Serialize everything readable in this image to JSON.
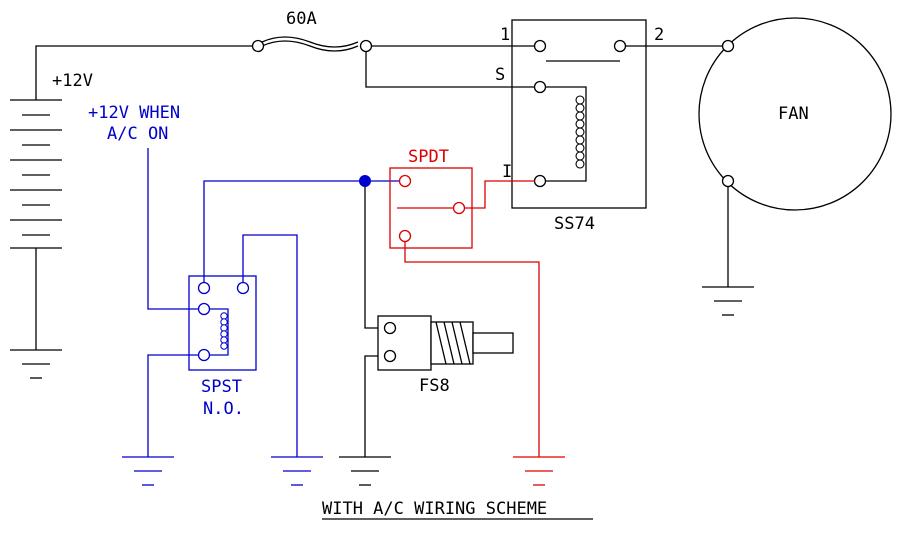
{
  "colors": {
    "black": "#000000",
    "blue": "#0000cc",
    "red": "#dd0000",
    "background": "#ffffff"
  },
  "labels": {
    "battery": "+12V",
    "fuse": "60A",
    "ac_signal_line1": "+12V WHEN",
    "ac_signal_line2": "A/C ON",
    "relay_pin1": "1",
    "relay_pin2": "2",
    "relay_pinS": "S",
    "relay_pinI": "I",
    "relay": "SS74",
    "fan": "FAN",
    "spdt": "SPDT",
    "spst_line1": "SPST",
    "spst_line2": "N.O.",
    "fan_switch": "FS8",
    "caption": "WITH A/C WIRING SCHEME"
  }
}
